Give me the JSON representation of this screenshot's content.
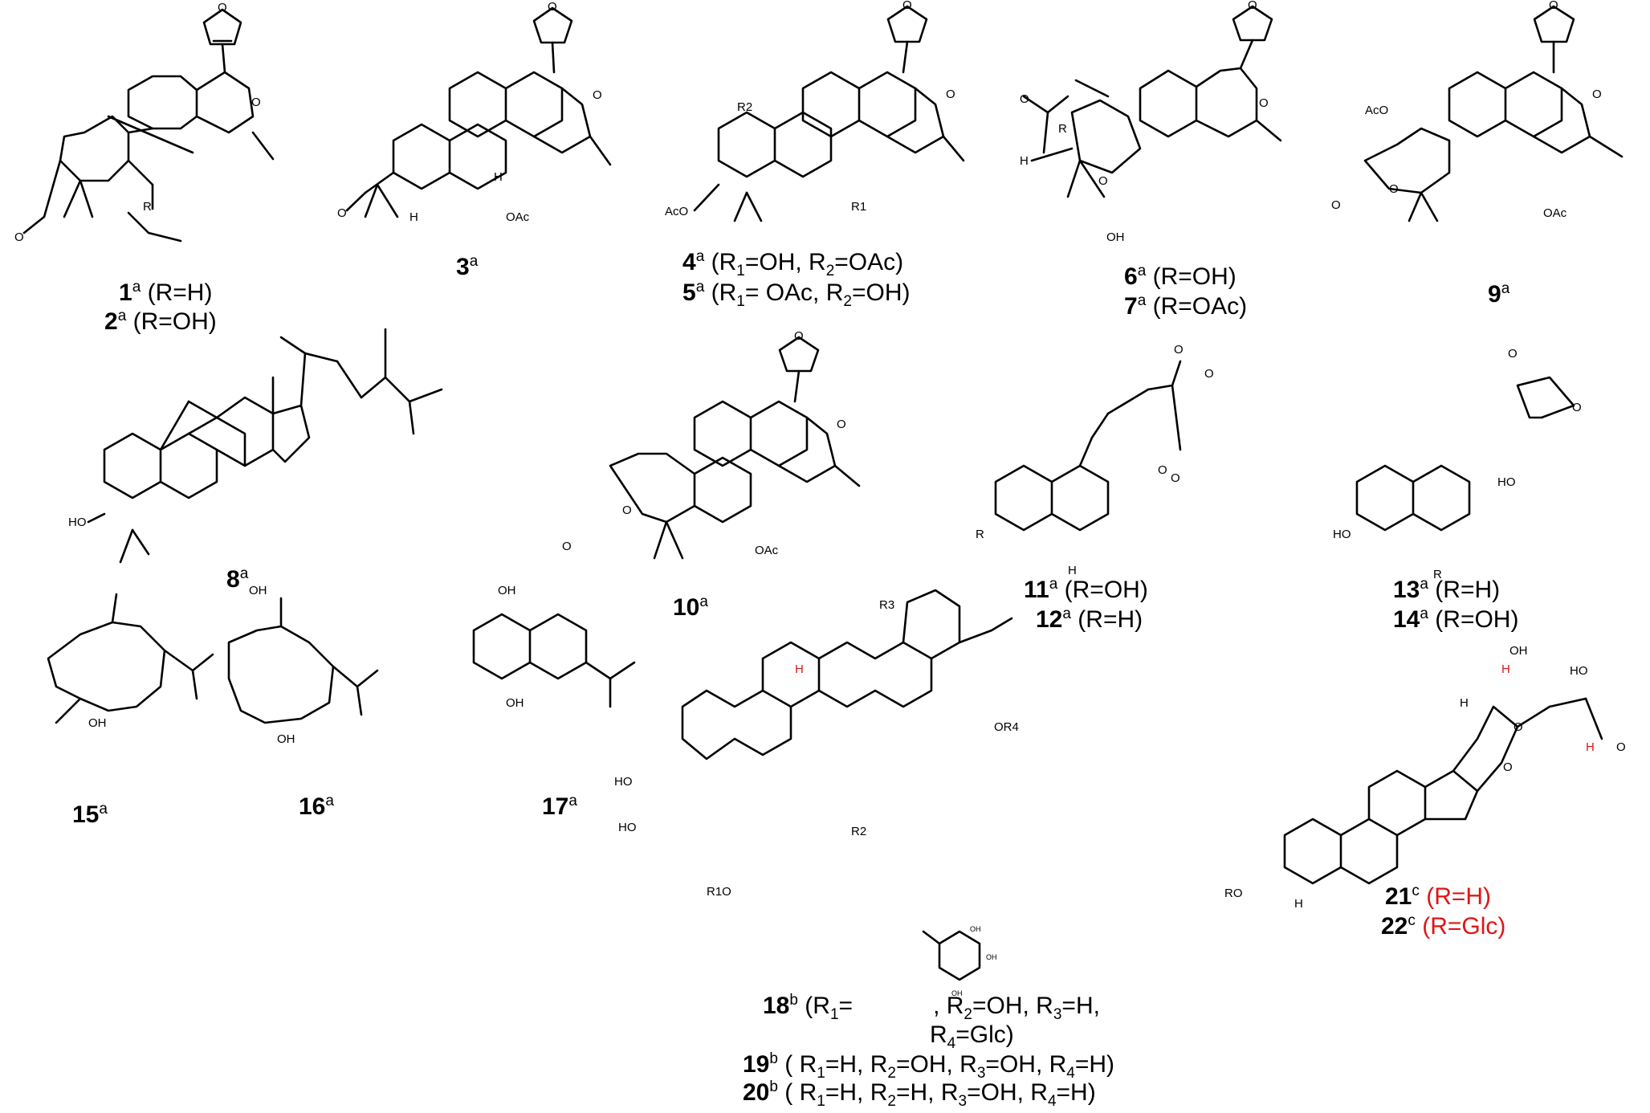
{
  "labels": {
    "c1": {
      "num": "1",
      "sup": "a",
      "sub": "(R=H)"
    },
    "c2": {
      "num": "2",
      "sup": "a",
      "sub": "(R=OH)"
    },
    "c3": {
      "num": "3",
      "sup": "a"
    },
    "c4": {
      "num": "4",
      "sup": "a",
      "open": "(R",
      "s1": "1",
      "mid": "=OH,  R",
      "s2": "2",
      "close": "=OAc)"
    },
    "c5": {
      "num": "5",
      "sup": "a",
      "open": "(R",
      "s1": "1",
      "mid": "= OAc, R",
      "s2": "2",
      "close": "=OH)"
    },
    "c6": {
      "num": "6",
      "sup": "a",
      "sub": "(R=OH)"
    },
    "c7": {
      "num": "7",
      "sup": "a",
      "sub": "(R=OAc)"
    },
    "c8": {
      "num": "8",
      "sup": "a"
    },
    "c9": {
      "num": "9",
      "sup": "a"
    },
    "c10": {
      "num": "10",
      "sup": "a"
    },
    "c11": {
      "num": "11",
      "sup": "a",
      "sub": "(R=OH)"
    },
    "c12": {
      "num": "12",
      "sup": "a",
      "sub": "(R=H)"
    },
    "c13": {
      "num": "13",
      "sup": "a",
      "sub": "(R=H)"
    },
    "c14": {
      "num": "14",
      "sup": "a",
      "sub": "(R=OH)"
    },
    "c15": {
      "num": "15",
      "sup": "a"
    },
    "c16": {
      "num": "16",
      "sup": "a"
    },
    "c17": {
      "num": "17",
      "sup": "a"
    },
    "c18": {
      "num": "18",
      "sup": "b",
      "a1": "(R",
      "a1s": "1",
      "a2": "=",
      "b1": ", R",
      "b1s": "2",
      "b2": "=OH, R",
      "b2s": "3",
      "b3": "=H,",
      "c1": "R",
      "c1s": "4",
      "c2": "=Glc)"
    },
    "c19": {
      "num": "19",
      "sup": "b",
      "t0": "( R",
      "s1": "1",
      "t1": "=H,  R",
      "s2": "2",
      "t2": "=OH, R",
      "s3": "3",
      "t3": "=OH, R",
      "s4": "4",
      "t4": "=H)"
    },
    "c20": {
      "num": "20",
      "sup": "b",
      "t0": "( R",
      "s1": "1",
      "t1": "=H,  R",
      "s2": "2",
      "t2": "=H, R",
      "s3": "3",
      "t3": "=OH, R",
      "s4": "4",
      "t4": "=H)"
    },
    "c21": {
      "num": "21",
      "sup": "c",
      "sub": "(R=H)"
    },
    "c22": {
      "num": "22",
      "sup": "c",
      "sub": "(R=Glc)"
    }
  },
  "atoms": {
    "o": "O",
    "r": "R",
    "h": "H",
    "oh": "OH",
    "ho": "HO",
    "oac": "OAc",
    "aco": "AcO",
    "r1": "R1",
    "r2": "R2",
    "r3": "R3",
    "ro": "RO",
    "r1o": "R1O",
    "or4": "OR4"
  },
  "colors": {
    "text": "#000000",
    "highlight": "#e01515"
  }
}
